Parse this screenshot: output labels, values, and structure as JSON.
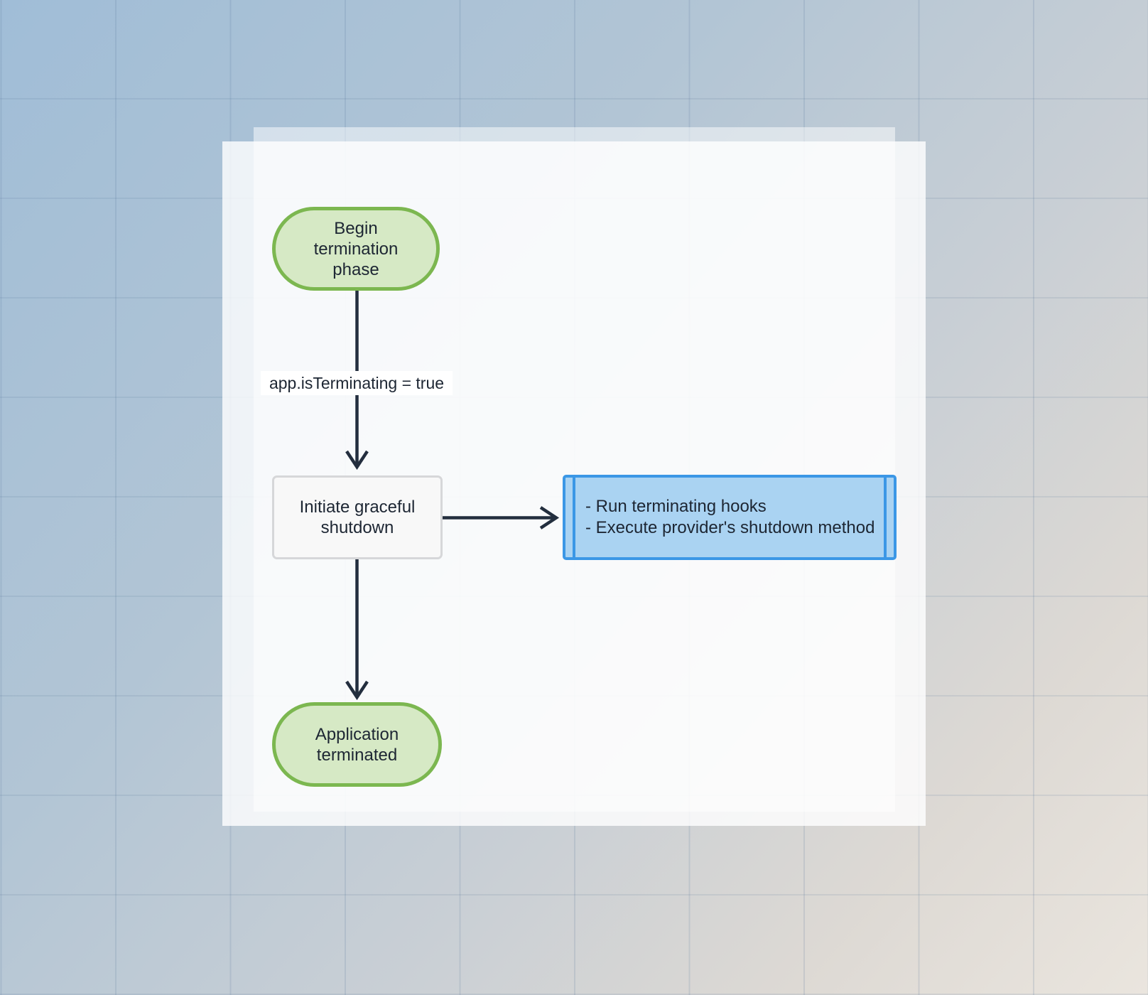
{
  "diagram": {
    "type": "flowchart",
    "direction": "top-down",
    "nodes": {
      "start": {
        "shape": "stadium",
        "label": "Begin\ntermination\nphase"
      },
      "process": {
        "shape": "rectangle",
        "label": "Initiate graceful\nshutdown"
      },
      "subroutine": {
        "shape": "subroutine",
        "label": "- Run terminating hooks\n- Execute provider's shutdown method"
      },
      "end": {
        "shape": "stadium",
        "label": "Application\nterminated"
      }
    },
    "edges": {
      "start_to_process": {
        "from": "start",
        "to": "process",
        "label": "app.isTerminating = true"
      },
      "process_to_subroutine": {
        "from": "process",
        "to": "subroutine",
        "label": ""
      },
      "process_to_end": {
        "from": "process",
        "to": "end",
        "label": ""
      }
    },
    "colors": {
      "start_fill": "#d6e9c5",
      "start_border": "#7cb750",
      "process_fill": "#f8f8f8",
      "process_border": "#d6d7d9",
      "subroutine_fill": "#aad3f2",
      "subroutine_border": "#3b97e6",
      "edge_color": "#232e3e",
      "text_color": "#1d2633",
      "label_bg": "#ffffff"
    }
  }
}
